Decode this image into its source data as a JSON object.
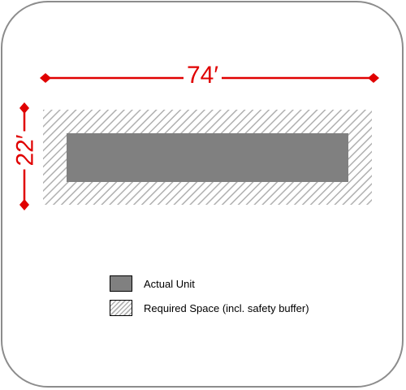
{
  "dimensions": {
    "width_label": "74′",
    "height_label": "22′"
  },
  "legend": {
    "actual_label": "Actual Unit",
    "required_label": "Required Space (incl. safety buffer)"
  },
  "colors": {
    "dimension": "#e00000",
    "actual_unit": "#808080",
    "hatch": "#b0b0b0",
    "frame": "#8c8c8c"
  }
}
